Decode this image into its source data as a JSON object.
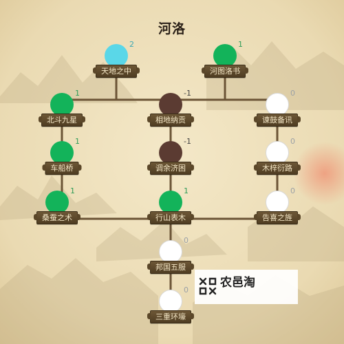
{
  "title": "河洛",
  "nodes": [
    {
      "id": "tiandi",
      "label": "天地之中",
      "count": "2",
      "state": "cyan"
    },
    {
      "id": "hetu",
      "label": "河图洛书",
      "count": "1",
      "state": "green"
    },
    {
      "id": "beidou",
      "label": "北斗九星",
      "count": "1",
      "state": "green"
    },
    {
      "id": "xiangdi",
      "label": "相地纳贡",
      "count": "-1",
      "state": "brown"
    },
    {
      "id": "jiangu",
      "label": "谏鼓备讯",
      "count": "0",
      "state": "white"
    },
    {
      "id": "chechuan",
      "label": "车船桥",
      "count": "1",
      "state": "green"
    },
    {
      "id": "tiaoyu",
      "label": "调余济困",
      "count": "-1",
      "state": "brown"
    },
    {
      "id": "muzi",
      "label": "木梓衍路",
      "count": "0",
      "state": "white"
    },
    {
      "id": "sangcan",
      "label": "桑蚕之术",
      "count": "1",
      "state": "green"
    },
    {
      "id": "xingshan",
      "label": "行山表木",
      "count": "1",
      "state": "green"
    },
    {
      "id": "gaoxi",
      "label": "告喜之旌",
      "count": "0",
      "state": "white"
    },
    {
      "id": "bangguo",
      "label": "邦国五服",
      "count": "0",
      "state": "white"
    },
    {
      "id": "sanzhong",
      "label": "三重环壕",
      "count": "0",
      "state": "white"
    }
  ],
  "colors": {
    "cyan": "#5ad7e8",
    "green": "#13b35a",
    "brown": "#5b3b32",
    "white": "#ffffff",
    "count_positive": "#2f9b58",
    "count_zero": "#9aa0a6",
    "count_negative": "#444444",
    "count_cyan": "#3aa7b5",
    "line": "#6b5436"
  },
  "watermark": {
    "text": "农邑淘"
  }
}
